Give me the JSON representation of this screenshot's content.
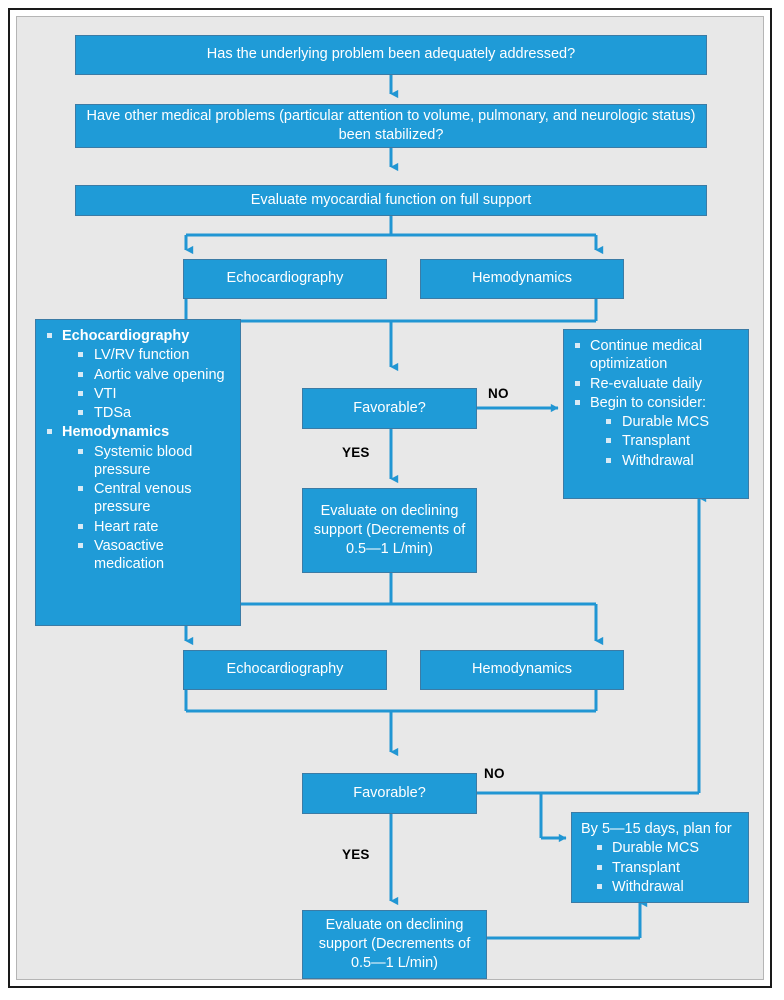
{
  "figure": {
    "type": "clinical-decision-flowchart",
    "colors": {
      "box_fill": "#1f9bd7",
      "box_border": "#3b7ba5",
      "connector": "#2196d3",
      "background": "#e8e8e8",
      "text": "#ffffff",
      "label_text": "#000000"
    }
  },
  "nodes": {
    "q1": {
      "text": "Has the underlying problem been adequately addressed?"
    },
    "q2": {
      "text": "Have other medical problems (particular attention to volume, pulmonary, and neurologic status) been stabilized?"
    },
    "evaluate_full": {
      "text": "Evaluate myocardial function on full support"
    },
    "echo1": {
      "text": "Echocardiography"
    },
    "hemo1": {
      "text": "Hemodynamics"
    },
    "favorable1": {
      "text": "Favorable?"
    },
    "declining1": {
      "text": "Evaluate on declining support (Decrements of 0.5—1 L/min)"
    },
    "echo2": {
      "text": "Echocardiography"
    },
    "hemo2": {
      "text": "Hemodynamics"
    },
    "favorable2": {
      "text": "Favorable?"
    },
    "declining2": {
      "text": "Evaluate on declining support (Decrements of 0.5—1 L/min)"
    }
  },
  "legend_box": {
    "items": [
      {
        "label": "Echocardiography",
        "bold": true,
        "children": [
          {
            "label": "LV/RV function"
          },
          {
            "label": "Aortic valve opening"
          },
          {
            "label": "VTI"
          },
          {
            "label": "TDSa"
          }
        ]
      },
      {
        "label": "Hemodynamics",
        "bold": true,
        "children": [
          {
            "label": "Systemic blood pressure"
          },
          {
            "label": "Central venous pressure"
          },
          {
            "label": "Heart rate"
          },
          {
            "label": "Vasoactive medication"
          }
        ]
      }
    ]
  },
  "continue_box": {
    "items": [
      {
        "label": "Continue medical optimization"
      },
      {
        "label": "Re-evaluate daily"
      },
      {
        "label": "Begin to consider:",
        "children": [
          {
            "label": "Durable MCS"
          },
          {
            "label": "Transplant"
          },
          {
            "label": "Withdrawal"
          }
        ]
      }
    ]
  },
  "plan_box": {
    "heading": "By 5—15 days, plan for",
    "items": [
      {
        "label": "Durable MCS"
      },
      {
        "label": "Transplant"
      },
      {
        "label": "Withdrawal"
      }
    ]
  },
  "edge_labels": {
    "no1": "NO",
    "yes1": "YES",
    "no2": "NO",
    "yes2": "YES"
  }
}
